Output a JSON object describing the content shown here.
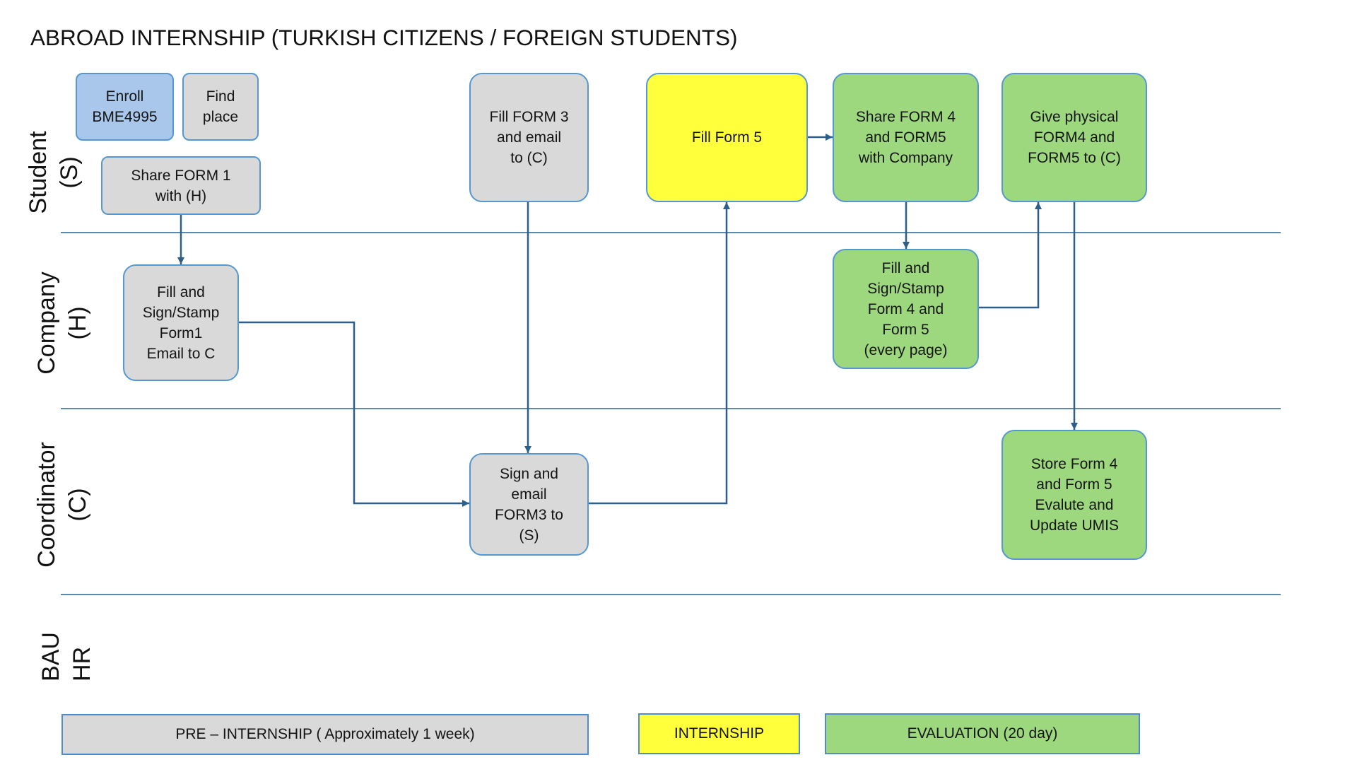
{
  "title": "ABROAD INTERNSHIP (TURKISH CITIZENS / FOREIGN STUDENTS)",
  "lanes": [
    {
      "name": "Student",
      "code": "(S)",
      "steps": [
        {
          "text": "Enroll\nBME4995",
          "fill": "#a8c7ea"
        },
        {
          "text": "Find\nplace",
          "fill": "#d9d9d9"
        },
        {
          "text": "Share FORM 1\nwith (H)",
          "fill": "#d9d9d9"
        },
        {
          "text": "Fill FORM 3\nand email\nto (C)",
          "fill": "#d9d9d9"
        },
        {
          "text": "Fill Form 5",
          "fill": "#ffff3c"
        },
        {
          "text": "Share FORM 4\nand FORM5\nwith Company",
          "fill": "#9ed87e"
        },
        {
          "text": "Give physical\nFORM4 and\nFORM5 to (C)",
          "fill": "#9ed87e"
        }
      ]
    },
    {
      "name": "Company",
      "code": "(H)",
      "steps": [
        {
          "text": "Fill and\nSign/Stamp\nForm1\nEmail to C",
          "fill": "#d9d9d9"
        },
        {
          "text": "Fill and\nSign/Stamp\nForm 4 and\nForm 5\n(every page)",
          "fill": "#9ed87e"
        }
      ]
    },
    {
      "name": "Coordinator",
      "code": "(C)",
      "steps": [
        {
          "text": "Sign and\nemail\nFORM3 to\n(S)",
          "fill": "#d9d9d9"
        },
        {
          "text": "Store Form 4\nand Form 5\nEvalute and\nUpdate UMIS",
          "fill": "#9ed87e"
        }
      ]
    },
    {
      "name": "BAU",
      "code": "HR",
      "steps": []
    }
  ],
  "phases": [
    {
      "label": "PRE – INTERNSHIP ( Approximately 1 week)",
      "fill": "#d9d9d9"
    },
    {
      "label": "INTERNSHIP",
      "fill": "#ffff3c"
    },
    {
      "label": "EVALUATION (20 day)",
      "fill": "#9ed87e"
    }
  ],
  "colors": {
    "box_border": "#5597cf",
    "legend_border": "#4f8ccb",
    "arrow": "#2d5f8b",
    "lane_divider": "#5e88a8"
  }
}
